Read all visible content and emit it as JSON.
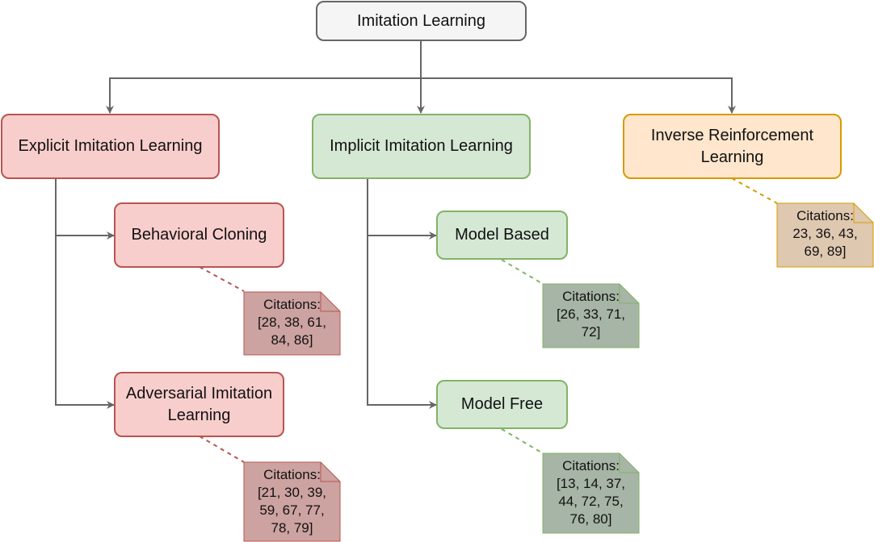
{
  "root": "Imitation Learning",
  "branches": {
    "explicit": "Explicit Imitation Learning",
    "implicit": "Implicit Imitation Learning",
    "irl": "Inverse Reinforcement Learning"
  },
  "leaves": {
    "bc": "Behavioral Cloning",
    "ail": "Adversarial Imitation Learning",
    "mb": "Model Based",
    "mf": "Model Free"
  },
  "notes": {
    "bc": "Citations:\n[28, 38, 61, 84, 86]",
    "ail": "Citations:\n[21, 30, 39, 59, 67, 77, 78, 79]",
    "mb": "Citations:\n[26, 33, 71, 72]",
    "mf": "Citations:\n[13, 14, 37, 44, 72, 75, 76, 80]",
    "irl": "Citations:\n23, 36, 43, 69, 89]"
  },
  "colors": {
    "root_fill": "#f5f5f5",
    "root_stroke": "#666666",
    "red_fill": "#f8cecc",
    "red_stroke": "#b85450",
    "red_note": "#cca3a1",
    "green_fill": "#d5e8d4",
    "green_stroke": "#82b366",
    "green_note": "#a6b5a5",
    "orange_fill": "#ffe6cc",
    "orange_stroke": "#d79b00",
    "orange_note": "#dfc8b0",
    "connector": "#666666"
  }
}
